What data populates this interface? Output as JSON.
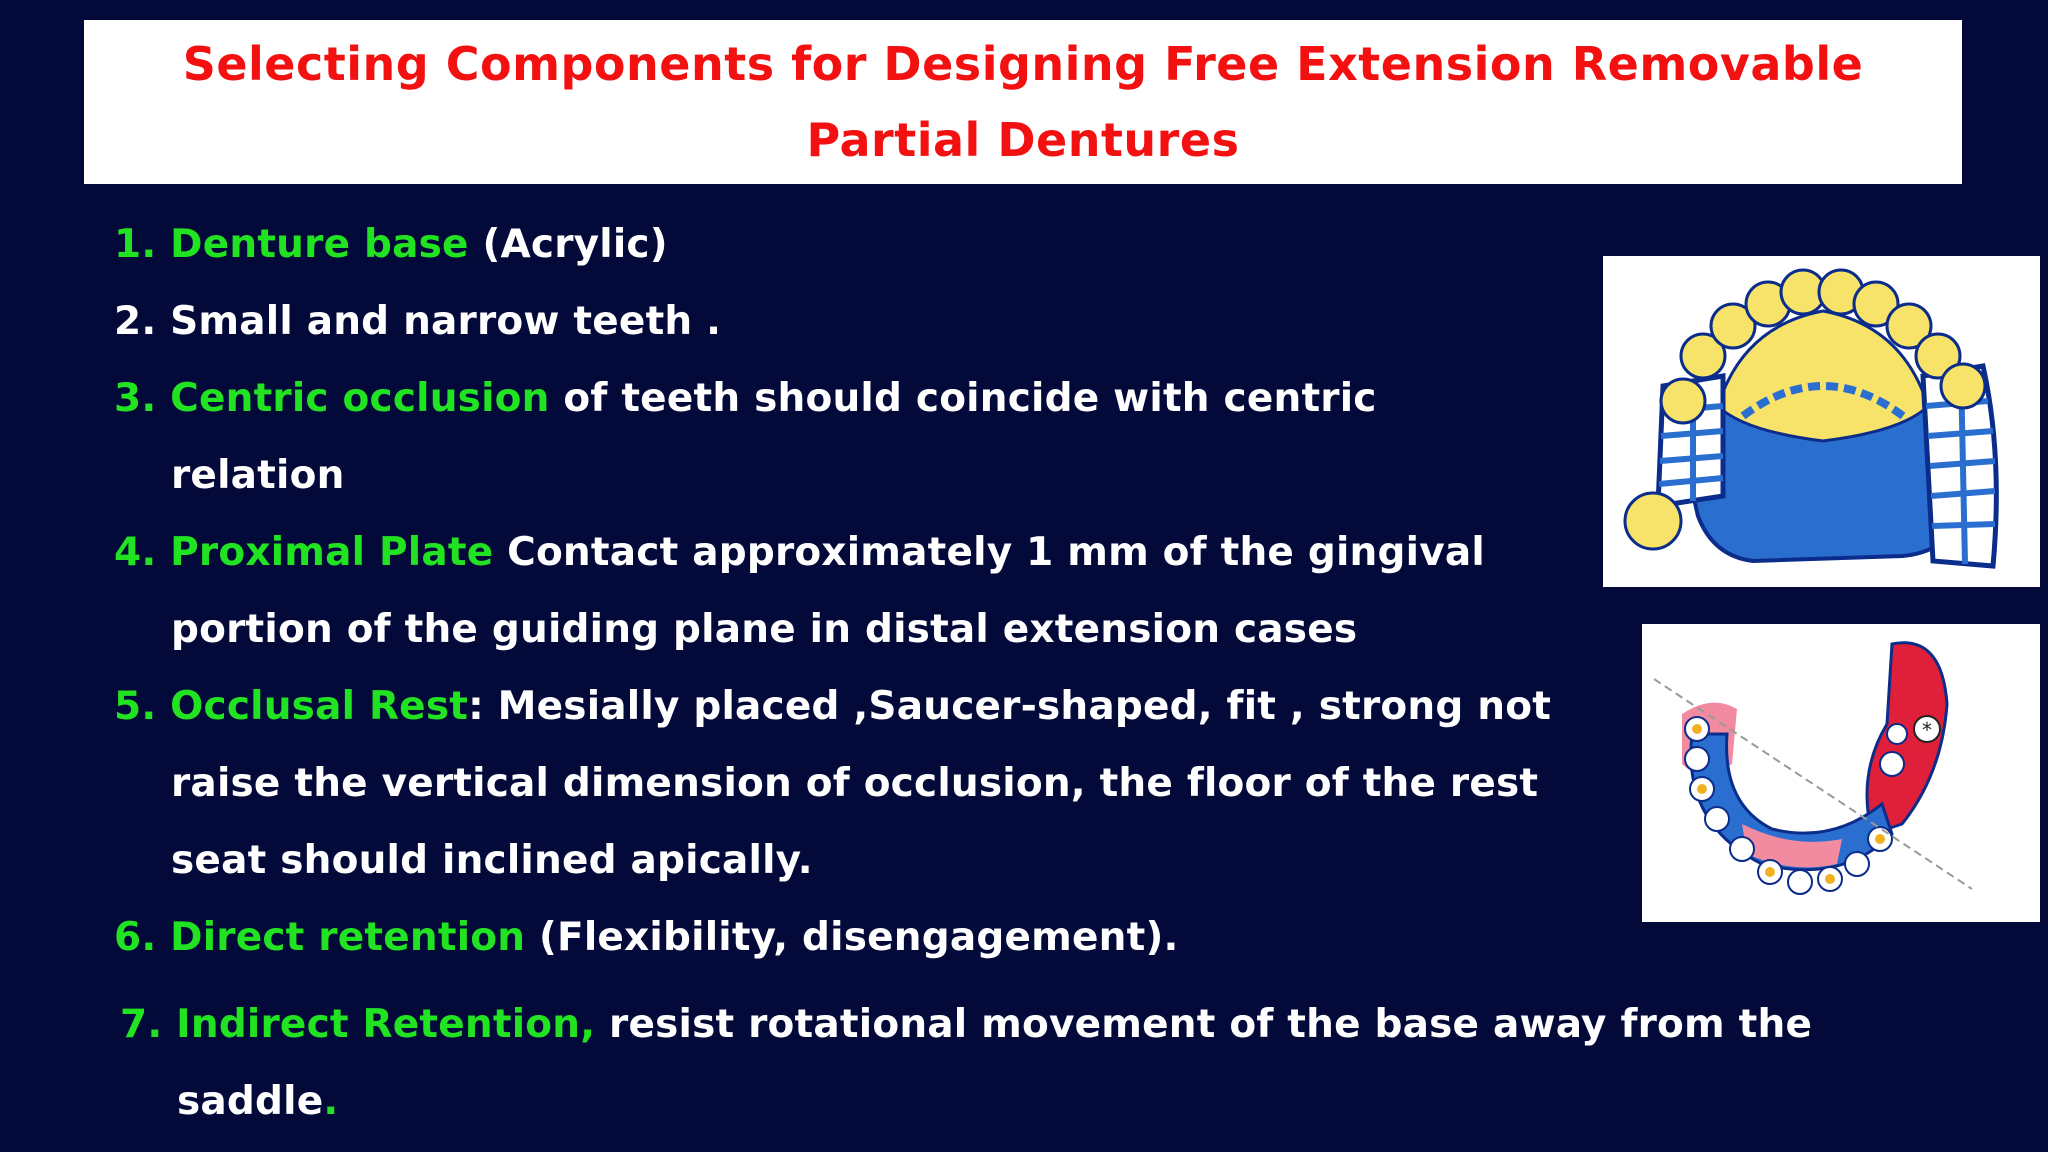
{
  "title": {
    "line1": "Selecting Components for Designing Free Extension Removable",
    "line2": "Partial Dentures"
  },
  "items": [
    {
      "num": "1.",
      "head": "Denture base",
      "rest": " (Acrylic)"
    },
    {
      "num": "2.",
      "head": "",
      "rest": "Small  and narrow teeth ."
    },
    {
      "num": "3.",
      "head": "Centric occlusion",
      "rest": " of teeth should coincide with centric",
      "cont": [
        "relation"
      ]
    },
    {
      "num": "4.",
      "head": "Proximal Plate",
      "rest": " Contact approximately 1 mm of the gingival",
      "cont": [
        "portion of the guiding plane in distal extension cases"
      ]
    },
    {
      "num": "5.",
      "head": "Occlusal Rest",
      "rest": ": Mesially placed ,Saucer-shaped, fit , strong not",
      "cont": [
        "raise the vertical dimension of occlusion, the floor of the rest",
        "seat should inclined apically."
      ]
    },
    {
      "num": "6.",
      "head": "Direct retention",
      "rest": " (Flexibility, disengagement)."
    },
    {
      "num": "7.",
      "head": "Indirect Retention,",
      "rest": " resist rotational movement of the base away from the",
      "cont": [
        "saddle"
      ],
      "tail": "."
    }
  ],
  "colors": {
    "background": "#030a3a",
    "title": "#f21010",
    "accent_green": "#22e322",
    "text": "#ffffff"
  },
  "images": {
    "top": "partial-denture-framework-diagram",
    "bottom": "distal-extension-rpd-diagram"
  }
}
